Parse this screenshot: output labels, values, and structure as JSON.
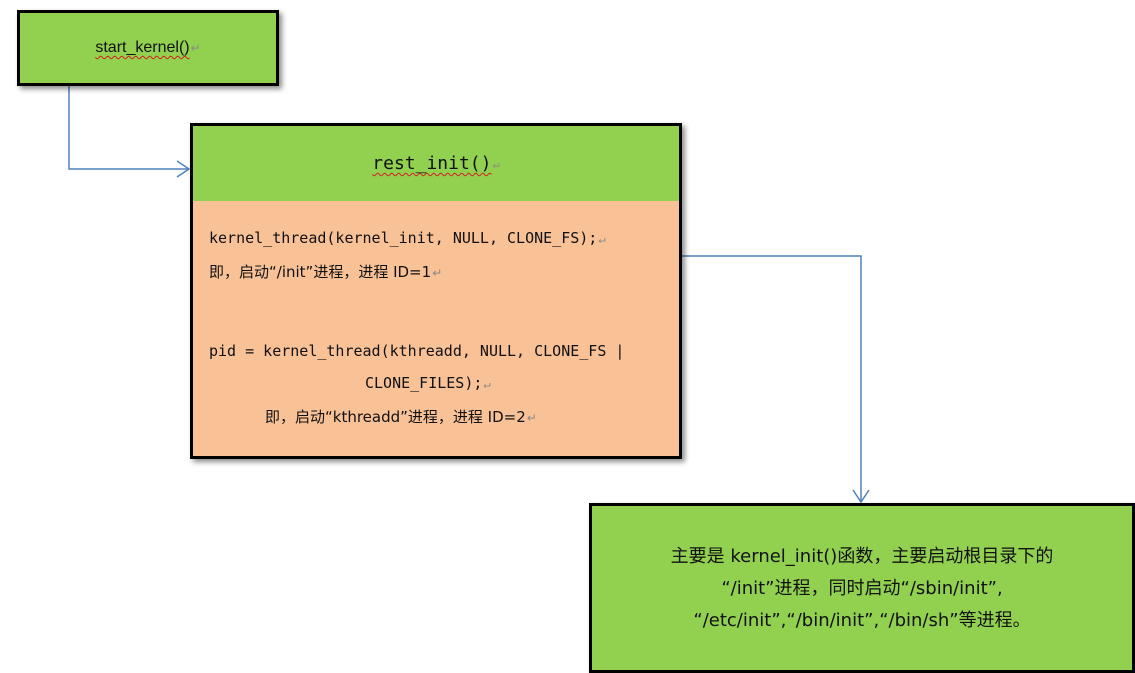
{
  "start_box": {
    "label": "start_kernel()",
    "mark": "↵"
  },
  "rest_init_box": {
    "title": "rest_init()",
    "mark": "↵",
    "section1": {
      "code": "kernel_thread(kernel_init, NULL, CLONE_FS);",
      "desc": "即，启动“/init”进程，进程 ID=1"
    },
    "section2": {
      "code_line1": "pid = kernel_thread(kthreadd, NULL, CLONE_FS |",
      "code_line2": "CLONE_FILES);",
      "desc": "即，启动“kthreadd”进程，进程 ID=2"
    }
  },
  "note_box": {
    "line1": "主要是 kernel_init()函数，主要启动根目录下的",
    "line2": "“/init”进程，同时启动“/sbin/init”,",
    "line3": "“/etc/init”,“/bin/init”,“/bin/sh”等进程。"
  },
  "colors": {
    "green_fill": "#92d050",
    "salmon_fill": "#f8c196",
    "connector": "#4f81bd",
    "border": "#000000"
  }
}
